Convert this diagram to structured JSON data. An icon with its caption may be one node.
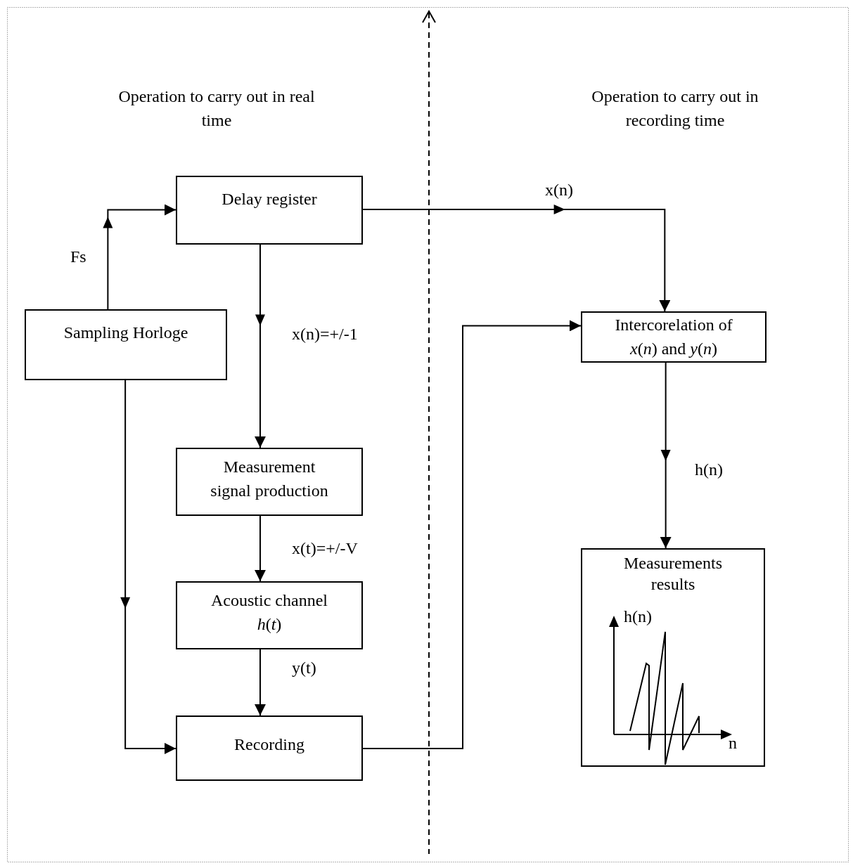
{
  "diagram": {
    "nodes": [
      {
        "text": [
          "Sampling Horloge"
        ]
      },
      {
        "text": [
          "Delay register"
        ]
      },
      {
        "text": [
          "Measurement signal production"
        ]
      },
      {
        "text": [
          "Acoustic channel *h*(*t*)"
        ]
      },
      {
        "text": [
          "Recording"
        ]
      },
      {
        "text": [
          "Intercorelation of *x*(*n*) and *y*(*n*)"
        ]
      },
      {
        "text": [
          "Measurements results"
        ]
      }
    ],
    "edges": [
      {
        "from": 0,
        "to": 1,
        "arrow": "to",
        "label": "Fs"
      },
      {
        "from": 0,
        "to": 4,
        "arrow": "to"
      },
      {
        "from": 1,
        "to": 2,
        "arrow": "to",
        "label": "x(n)=+/-1"
      },
      {
        "from": 2,
        "to": 3,
        "arrow": "to",
        "label": "x(t)=+/-V"
      },
      {
        "from": 3,
        "to": 4,
        "arrow": "to",
        "label": "y(t)"
      },
      {
        "from": 1,
        "to": 5,
        "arrow": "to",
        "label": "x(n)"
      },
      {
        "from": 4,
        "to": 5,
        "arrow": "to"
      },
      {
        "from": 5,
        "to": 6,
        "arrow": "to",
        "label": "h(n)"
      }
    ],
    "labels": [
      "Operation to carry out in real time",
      "Operation to carry out in recording time",
      "h(n)",
      "n"
    ]
  }
}
